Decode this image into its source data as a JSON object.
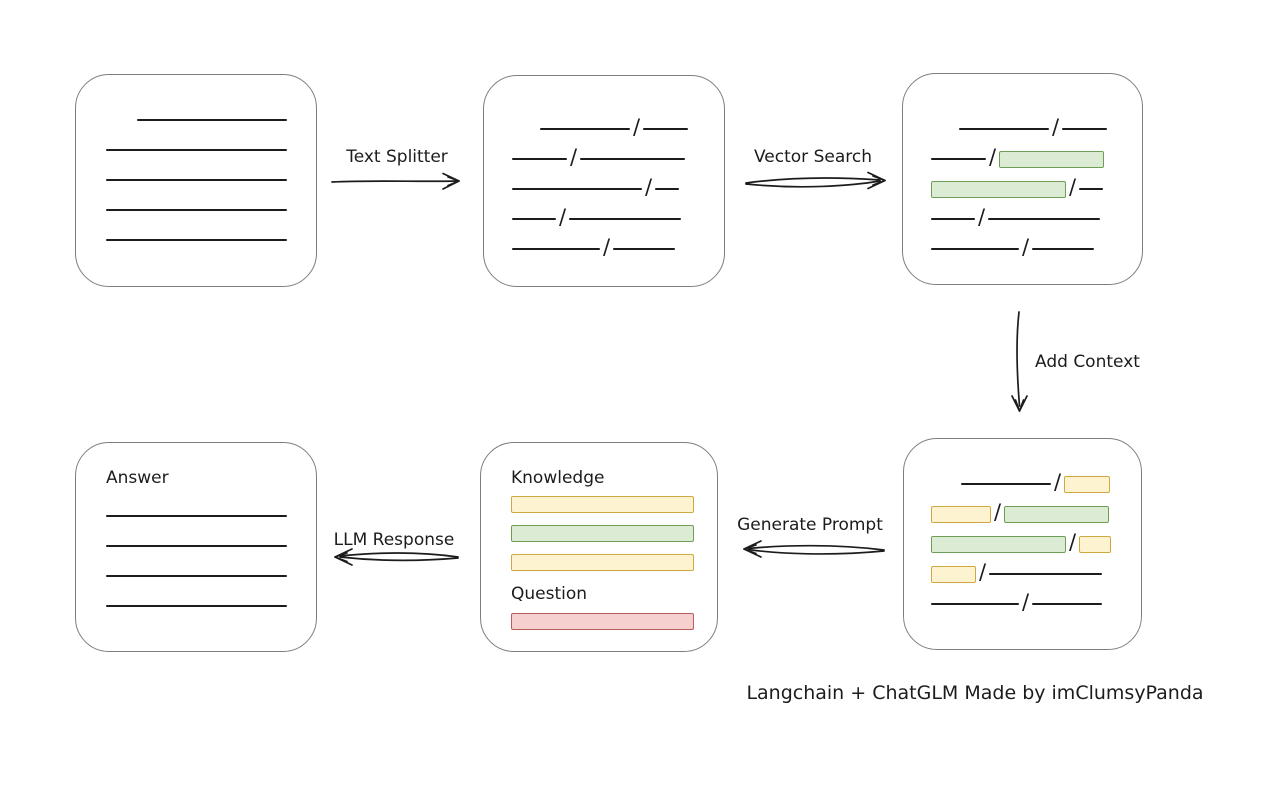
{
  "footer": {
    "credit": "Langchain + ChatGLM Made by imClumsyPanda"
  },
  "edges": {
    "text_splitter": {
      "label": "Text Splitter",
      "direction": "right"
    },
    "vector_search": {
      "label": "Vector Search",
      "direction": "right"
    },
    "add_context": {
      "label": "Add Context",
      "direction": "down"
    },
    "generate_prompt": {
      "label": "Generate Prompt",
      "direction": "left"
    },
    "llm_response": {
      "label": "LLM Response",
      "direction": "left"
    }
  },
  "boxes": {
    "source_document": {
      "type": "document",
      "placeholder_lines": 5
    },
    "split_text": {
      "type": "split-segments",
      "rows": [
        [
          {
            "k": "space",
            "w": 28
          },
          {
            "k": "line",
            "w": 90
          },
          {
            "k": "slash"
          },
          {
            "k": "line",
            "w": 45
          }
        ],
        [
          {
            "k": "line",
            "w": 55
          },
          {
            "k": "slash"
          },
          {
            "k": "line",
            "w": 105
          }
        ],
        [
          {
            "k": "line",
            "w": 130
          },
          {
            "k": "slash"
          },
          {
            "k": "line",
            "w": 24
          }
        ],
        [
          {
            "k": "line",
            "w": 44
          },
          {
            "k": "slash"
          },
          {
            "k": "line",
            "w": 112
          }
        ],
        [
          {
            "k": "line",
            "w": 88
          },
          {
            "k": "slash"
          },
          {
            "k": "line",
            "w": 62
          }
        ]
      ]
    },
    "vector_matched": {
      "type": "split-segments",
      "rows": [
        [
          {
            "k": "space",
            "w": 28
          },
          {
            "k": "line",
            "w": 90
          },
          {
            "k": "slash"
          },
          {
            "k": "line",
            "w": 45
          }
        ],
        [
          {
            "k": "line",
            "w": 55
          },
          {
            "k": "slash"
          },
          {
            "k": "green",
            "w": 103
          }
        ],
        [
          {
            "k": "green",
            "w": 133
          },
          {
            "k": "slash"
          },
          {
            "k": "line",
            "w": 24
          }
        ],
        [
          {
            "k": "line",
            "w": 44
          },
          {
            "k": "slash"
          },
          {
            "k": "line",
            "w": 112
          }
        ],
        [
          {
            "k": "line",
            "w": 88
          },
          {
            "k": "slash"
          },
          {
            "k": "line",
            "w": 62
          }
        ]
      ]
    },
    "context_added": {
      "type": "split-segments",
      "rows": [
        [
          {
            "k": "space",
            "w": 30
          },
          {
            "k": "line",
            "w": 90
          },
          {
            "k": "slash"
          },
          {
            "k": "yellow",
            "w": 44
          }
        ],
        [
          {
            "k": "yellow",
            "w": 58
          },
          {
            "k": "slash"
          },
          {
            "k": "green",
            "w": 103
          }
        ],
        [
          {
            "k": "green",
            "w": 133
          },
          {
            "k": "slash"
          },
          {
            "k": "yellow",
            "w": 30
          }
        ],
        [
          {
            "k": "yellow",
            "w": 43
          },
          {
            "k": "slash"
          },
          {
            "k": "line",
            "w": 113
          }
        ],
        [
          {
            "k": "line",
            "w": 88
          },
          {
            "k": "slash"
          },
          {
            "k": "line",
            "w": 70
          }
        ]
      ]
    },
    "prompt": {
      "knowledge_label": "Knowledge",
      "knowledge_bars": [
        "yellow",
        "green",
        "yellow"
      ],
      "question_label": "Question",
      "question_bars": [
        "red"
      ]
    },
    "answer": {
      "title": "Answer",
      "placeholder_lines": 4
    }
  },
  "colors": {
    "ink": "#1c1c1c",
    "box-border": "#7e7e7e",
    "green-fill": "#dcebd4",
    "green-border": "#6e9e54",
    "yellow-fill": "#fdf3d0",
    "yellow-border": "#cfa93f",
    "red-fill": "#f6cfcf",
    "red-border": "#b75d5c"
  }
}
